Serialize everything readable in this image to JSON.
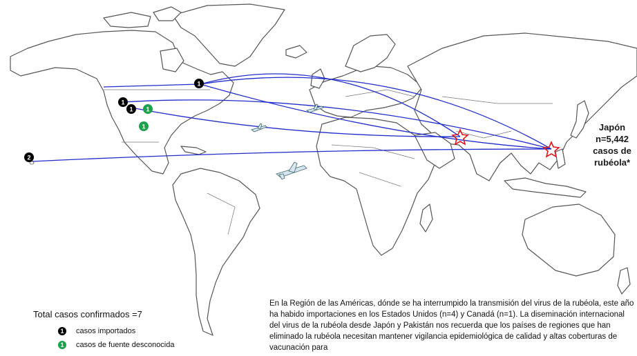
{
  "japan": {
    "line1": "Japón",
    "line2": "n=5,442",
    "line3": "casos de",
    "line4": "rubéola*"
  },
  "total_cases": "Total casos confirmados =7",
  "legend": {
    "imported": {
      "label": "casos importados",
      "glyph": "1",
      "color": "#000000"
    },
    "unknown": {
      "label": "casos de fuente desconocida",
      "glyph": "1",
      "color": "#1aa34a"
    }
  },
  "case_markers": [
    {
      "glyph": "1",
      "color": "#000000"
    },
    {
      "glyph": "1",
      "color": "#000000"
    },
    {
      "glyph": "1",
      "color": "#000000"
    },
    {
      "glyph": "1",
      "color": "#1aa34a"
    },
    {
      "glyph": "1",
      "color": "#1aa34a"
    },
    {
      "glyph": "2",
      "color": "#000000"
    }
  ],
  "note": {
    "text": "En la Región de las Américas, dónde se ha interrumpido la transmisión del virus de la rubéola, este año ha habido importaciones en los Estados Unidos (n=4) y Canadá (n=1). La diseminación internacional del virus de la rubéola desde Japón y Pakistán nos recuerda que los países de regiones que han eliminado la rubéola necesitan mantener vigilancia epidemiológica de calidad y altas coberturas de vacunación para"
  },
  "colors": {
    "route": "#1f2ccc",
    "source_star": "#e0161b",
    "land_outline": "#555555"
  }
}
